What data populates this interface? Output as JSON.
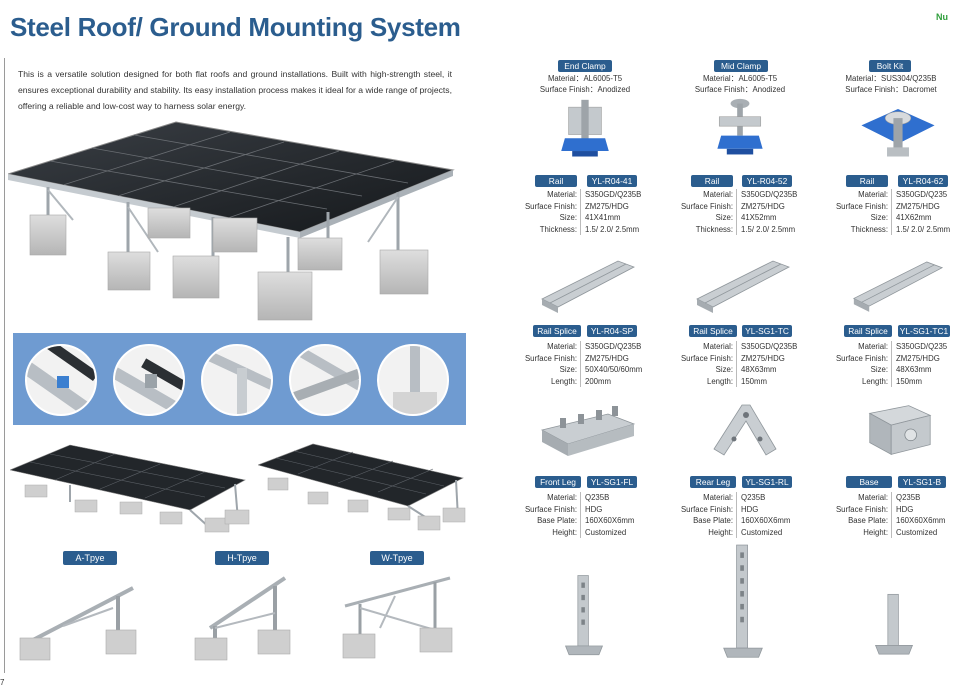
{
  "page": {
    "title": "Steel Roof/ Ground Mounting System",
    "logo": "Nu",
    "page_number": "7",
    "intro": "This is a versatile solution designed for both flat roofs and ground installations. Built with high-strength steel, it ensures exceptional durability and stability. Its easy installation process makes it ideal for a wide range of projects, offering a reliable and low-cost way to harness solar energy."
  },
  "types": [
    {
      "label": "A-Tpye"
    },
    {
      "label": "H-Tpye"
    },
    {
      "label": "W-Tpye"
    }
  ],
  "clamps": [
    {
      "name": "End Clamp",
      "line1": "Material：AL6005-T5",
      "line2": "Surface Finish：Anodized"
    },
    {
      "name": "Mid Clamp",
      "line1": "Material：AL6005-T5",
      "line2": "Surface Finish：Anodized"
    },
    {
      "name": "Bolt Kit",
      "line1": "Material：SUS304/Q235B",
      "line2": "Surface Finish：Dacromet"
    }
  ],
  "rails": [
    {
      "name": "Rail",
      "code": "YL-R04-41",
      "specs": [
        [
          "Material:",
          "S350GD/Q235B"
        ],
        [
          "Surface Finish:",
          "ZM275/HDG"
        ],
        [
          "Size:",
          "41X41mm"
        ],
        [
          "Thickness:",
          "1.5/ 2.0/ 2.5mm"
        ]
      ]
    },
    {
      "name": "Rail",
      "code": "YL-R04-52",
      "specs": [
        [
          "Material:",
          "S350GD/Q235B"
        ],
        [
          "Surface Finish:",
          "ZM275/HDG"
        ],
        [
          "Size:",
          "41X52mm"
        ],
        [
          "Thickness:",
          "1.5/ 2.0/ 2.5mm"
        ]
      ]
    },
    {
      "name": "Rail",
      "code": "YL-R04-62",
      "specs": [
        [
          "Material:",
          "S350GD/Q235"
        ],
        [
          "Surface Finish:",
          "ZM275/HDG"
        ],
        [
          "Size:",
          "41X62mm"
        ],
        [
          "Thickness:",
          "1.5/ 2.0/ 2.5mm"
        ]
      ]
    }
  ],
  "splices": [
    {
      "name": "Rail Splice",
      "code": "YL-R04-SP",
      "specs": [
        [
          "Material:",
          "S350GD/Q235B"
        ],
        [
          "Surface Finish:",
          "ZM275/HDG"
        ],
        [
          "Size:",
          "50X40/50/60mm"
        ],
        [
          "Length:",
          "200mm"
        ]
      ]
    },
    {
      "name": "Rail Splice",
      "code": "YL-SG1-TC",
      "specs": [
        [
          "Material:",
          "S350GD/Q235B"
        ],
        [
          "Surface Finish:",
          "ZM275/HDG"
        ],
        [
          "Size:",
          "48X63mm"
        ],
        [
          "Length:",
          "150mm"
        ]
      ]
    },
    {
      "name": "Rail Splice",
      "code": "YL-SG1-TC1",
      "specs": [
        [
          "Material:",
          "S350GD/Q235"
        ],
        [
          "Surface Finish:",
          "ZM275/HDG"
        ],
        [
          "Size:",
          "48X63mm"
        ],
        [
          "Length:",
          "150mm"
        ]
      ]
    }
  ],
  "legs": [
    {
      "name": "Front Leg",
      "code": "YL-SG1-FL",
      "specs": [
        [
          "Material:",
          "Q235B"
        ],
        [
          "Surface Finish:",
          "HDG"
        ],
        [
          "Base Plate:",
          "160X60X6mm"
        ],
        [
          "Height:",
          "Customized"
        ]
      ]
    },
    {
      "name": "Rear Leg",
      "code": "YL-SG1-RL",
      "specs": [
        [
          "Material:",
          "Q235B"
        ],
        [
          "Surface Finish:",
          "HDG"
        ],
        [
          "Base Plate:",
          "160X60X6mm"
        ],
        [
          "Height:",
          "Customized"
        ]
      ]
    },
    {
      "name": "Base",
      "code": "YL-SG1-B",
      "specs": [
        [
          "Material:",
          "Q235B"
        ],
        [
          "Surface Finish:",
          "HDG"
        ],
        [
          "Base Plate:",
          "160X60X6mm"
        ],
        [
          "Height:",
          "Customized"
        ]
      ]
    }
  ],
  "colors": {
    "accent": "#2b5d8e",
    "band": "#6f9bd1",
    "panel": "#1e2124",
    "steel": "#b8bec4",
    "block": "#c9c9c9"
  }
}
